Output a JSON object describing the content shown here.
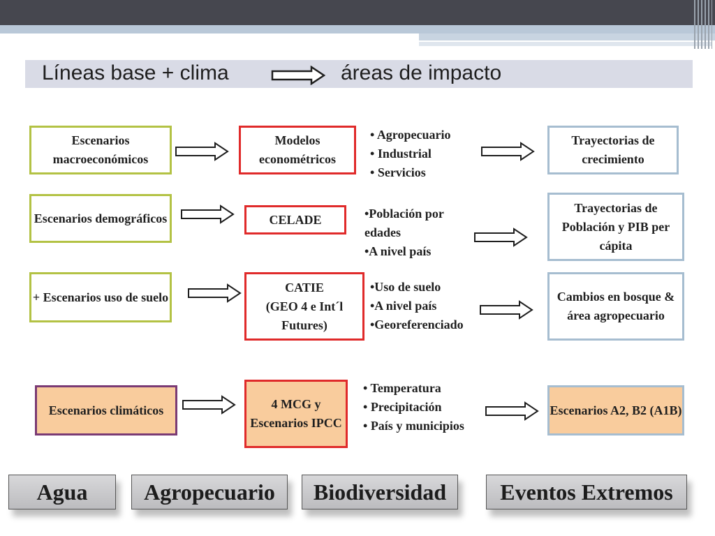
{
  "title": {
    "left": "Líneas base + clima",
    "right": "áreas de impacto"
  },
  "rows": [
    {
      "input": "Escenarios macroeconómicos",
      "model": "Modelos econométricos",
      "list": [
        "Agropecuario",
        "Industrial",
        "Servicios"
      ],
      "output": "Trayectorias de crecimiento"
    },
    {
      "input": "Escenarios demográficos",
      "model": "CELADE",
      "list": [
        "•Población por",
        "edades",
        "•A nivel país"
      ],
      "output": "Trayectorias de Población y PIB per cápita"
    },
    {
      "input": "+ Escenarios uso de suelo",
      "model": [
        "CATIE",
        "(GEO 4 e Int´l",
        "Futures)"
      ],
      "list": [
        "•Uso de suelo",
        "•A nivel país",
        "•Georeferenciado"
      ],
      "output": "Cambios en bosque & área agropecuario"
    },
    {
      "input": "Escenarios climáticos",
      "model": "4 MCG y Escenarios IPCC",
      "list": [
        "Temperatura",
        "Precipitación",
        "País y municipios"
      ],
      "output": "Escenarios A2, B2 (A1B)"
    }
  ],
  "tabs": [
    "Agua",
    "Agropecuario",
    "Biodiversidad",
    "Eventos Extremos"
  ]
}
